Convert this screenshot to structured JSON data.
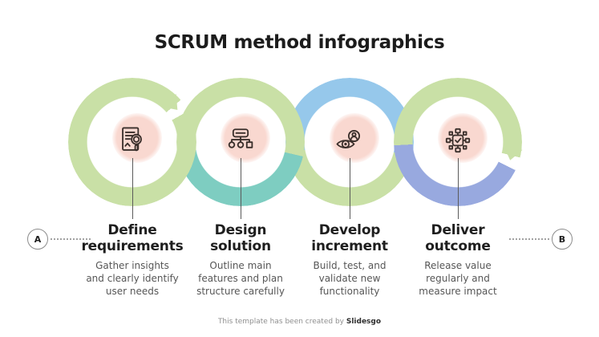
{
  "title": "SCRUM method infographics",
  "steps": [
    {
      "heading": "Define requirements",
      "heading_lines": [
        "Define",
        "requirements"
      ],
      "description": "Gather insights and clearly identify user needs",
      "description_lines": [
        "Gather insights",
        "and clearly identify",
        "user needs"
      ],
      "icon": "document-search-icon",
      "ring": {
        "top": "#c9e0a6",
        "bottom": "#c9e0a6",
        "arrow": true
      }
    },
    {
      "heading": "Design solution",
      "heading_lines": [
        "Design",
        "solution"
      ],
      "description": "Outline main features and plan structure carefully",
      "description_lines": [
        "Outline main",
        "features and plan",
        "structure carefully"
      ],
      "icon": "flowchart-icon",
      "ring": {
        "top": "#c9e0a6",
        "bottom": "#7ecdc1",
        "arrow": false
      }
    },
    {
      "heading": "Develop increment",
      "heading_lines": [
        "Develop",
        "increment"
      ],
      "description": "Build, test, and validate new functionality",
      "description_lines": [
        "Build, test, and",
        "validate new",
        "functionality"
      ],
      "icon": "eye-review-icon",
      "ring": {
        "top": "#96c8eb",
        "bottom": "#c9e0a6",
        "arrow": false
      }
    },
    {
      "heading": "Deliver outcome",
      "heading_lines": [
        "Deliver",
        "outcome"
      ],
      "description": "Release value regularly and measure impact",
      "description_lines": [
        "Release value",
        "regularly and",
        "measure impact"
      ],
      "icon": "task-board-icon",
      "ring": {
        "top": "#c9e0a6",
        "bottom": "#98a9df",
        "arrow": true
      }
    }
  ],
  "markers": {
    "left": {
      "label": "A"
    },
    "right": {
      "label": "B"
    }
  },
  "footer": {
    "text": "This template has been created by",
    "brand": "Slidesgo"
  },
  "colors": {
    "icon_bg": "#f9d8d0",
    "icon_stroke": "#3a2f2b",
    "heading_text": "#1e1e1e",
    "body_text": "#565656",
    "connector": "#5a5a5a",
    "marker_border": "#8c8c8c",
    "dotted_line": "#a2a2a2",
    "green": "#c9e0a6",
    "teal": "#7ecdc1",
    "blue": "#96c8eb",
    "periwinkle": "#98a9df"
  }
}
